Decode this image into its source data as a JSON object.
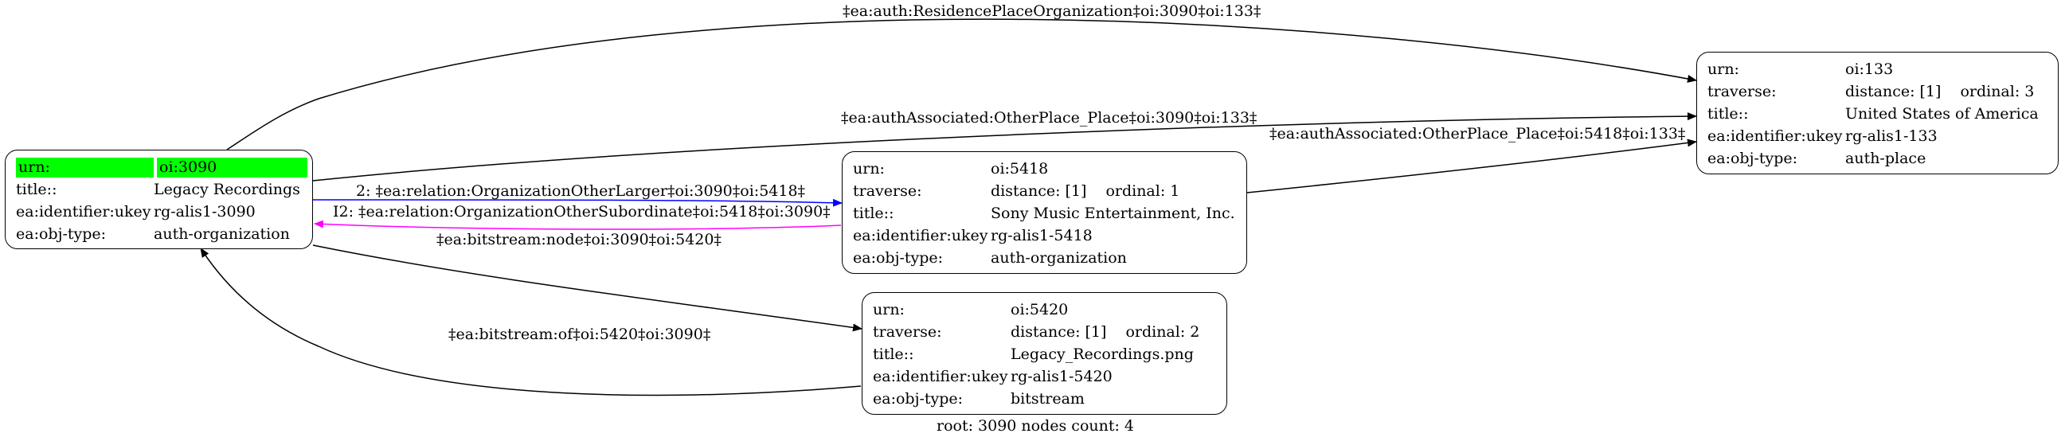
{
  "nodes": {
    "n3090": {
      "rows": [
        {
          "key": "urn:",
          "value": "oi:3090"
        },
        {
          "key": "title::",
          "value": "Legacy Recordings"
        },
        {
          "key": "ea:identifier:ukey",
          "value": "rg-alis1-3090"
        },
        {
          "key": "ea:obj-type:",
          "value": "auth-organization"
        }
      ]
    },
    "n133": {
      "rows": [
        {
          "key": "urn:",
          "value": "oi:133"
        },
        {
          "key": "traverse:",
          "value": "distance: [1]",
          "extra": "ordinal: 3"
        },
        {
          "key": "title::",
          "value": "United States of America"
        },
        {
          "key": "ea:identifier:ukey",
          "value": "rg-alis1-133"
        },
        {
          "key": "ea:obj-type:",
          "value": "auth-place"
        }
      ]
    },
    "n5418": {
      "rows": [
        {
          "key": "urn:",
          "value": "oi:5418"
        },
        {
          "key": "traverse:",
          "value": "distance: [1]",
          "extra": "ordinal: 1"
        },
        {
          "key": "title::",
          "value": "Sony Music Entertainment, Inc."
        },
        {
          "key": "ea:identifier:ukey",
          "value": "rg-alis1-5418"
        },
        {
          "key": "ea:obj-type:",
          "value": "auth-organization"
        }
      ]
    },
    "n5420": {
      "rows": [
        {
          "key": "urn:",
          "value": "oi:5420"
        },
        {
          "key": "traverse:",
          "value": "distance: [1]",
          "extra": "ordinal: 2"
        },
        {
          "key": "title::",
          "value": "Legacy_Recordings.png"
        },
        {
          "key": "ea:identifier:ukey",
          "value": "rg-alis1-5420"
        },
        {
          "key": "ea:obj-type:",
          "value": "bitstream"
        }
      ]
    }
  },
  "edges": {
    "residence": "‡ea:auth:ResidencePlaceOrganization‡oi:3090‡oi:133‡",
    "assoc_3090_133": "‡ea:authAssociated:OtherPlace_Place‡oi:3090‡oi:133‡",
    "assoc_5418_133": "‡ea:authAssociated:OtherPlace_Place‡oi:5418‡oi:133‡",
    "larger": "2: ‡ea:relation:OrganizationOtherLarger‡oi:3090‡oi:5418‡",
    "subordinate": "I2: ‡ea:relation:OrganizationOtherSubordinate‡oi:5418‡oi:3090‡",
    "bitstream_node": "‡ea:bitstream:node‡oi:3090‡oi:5420‡",
    "bitstream_of": "‡ea:bitstream:of‡oi:5420‡oi:3090‡"
  },
  "colors": {
    "highlight": "#00ff00",
    "larger_edge": "#0000ff",
    "subordinate_edge": "#ff00ff",
    "default_edge": "#000000"
  },
  "footer": "root: 3090 nodes count: 4"
}
